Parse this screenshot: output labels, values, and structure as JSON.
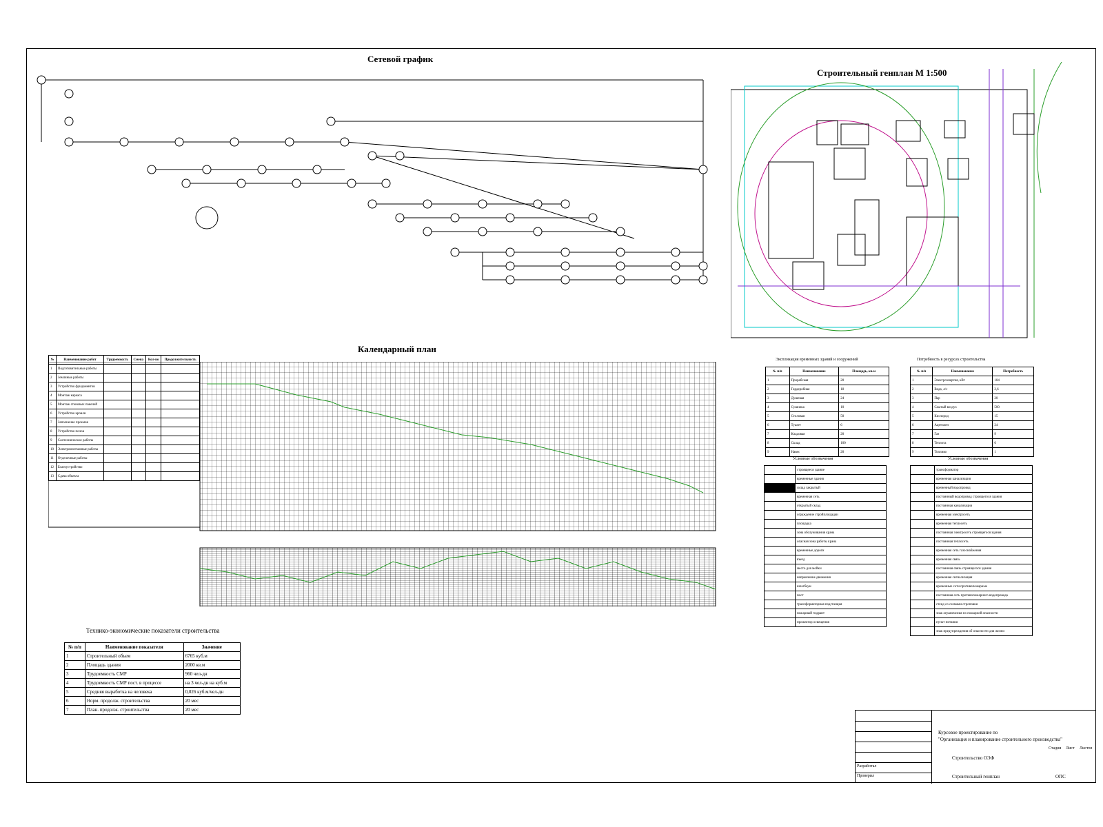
{
  "network_title": "Сетевой график",
  "calendar_title": "Календарный план",
  "siteplan_title": "Строительный генплан М 1:500",
  "tep": {
    "title": "Технико-экономические показатели строительства",
    "headers": [
      "№ п/п",
      "Наименование показателя",
      "Значение"
    ],
    "rows": [
      [
        "1",
        "Строительный объем",
        "6765 куб.м"
      ],
      [
        "2",
        "Площадь здания",
        "2000 кв.м"
      ],
      [
        "3",
        "Трудоемкость СМР",
        "960 чел-дн"
      ],
      [
        "4",
        "Трудоемкость СМР пост. в процессе",
        "на 3 чел-дн на куб.м"
      ],
      [
        "5",
        "Средняя выработка на человека",
        "0,026 куб.м/чел-дн"
      ],
      [
        "6",
        "Норм. продолж. строительства",
        "20 мес"
      ],
      [
        "7",
        "План. продолж. строительства",
        "20 мес"
      ]
    ]
  },
  "legend_left": {
    "title": "Условные обозначения",
    "items": [
      "строящееся здание",
      "временные здания",
      "склад закрытый",
      "временная сеть",
      "открытый склад",
      "ограждение стройплощадки",
      "площадка",
      "зона обслуживания крана",
      "опасная зона работы крана",
      "временные дороги",
      "въезд",
      "место для мойки",
      "направление движения",
      "шлагбаум",
      "пост",
      "трансформаторная подстанция",
      "пожарный гидрант",
      "прожектор освещения"
    ]
  },
  "legend_right": {
    "title": "Условные обозначения",
    "items": [
      "трансформатор",
      "временная канализация",
      "временный водопровод",
      "постоянный водопровод строящегося здания",
      "постоянная канализация",
      "временная электросеть",
      "временная теплосеть",
      "постоянная электросеть строящегося здания",
      "постоянная теплосеть",
      "временная сеть газоснабжения",
      "временная связь",
      "постоянная связь строящегося здания",
      "временная сигнализация",
      "временные сети противопожарные",
      "постоянная сеть противопожарного водопровода",
      "стенд со схемами строповки",
      "знак ограничения по пожарной опасности",
      "пункт питания",
      "знак предупреждения об опасности для жизни"
    ]
  },
  "table_temp_buildings": {
    "title": "Экспликация временных зданий и сооружений",
    "headers": [
      "№ п/п",
      "Наименование",
      "Площадь, кв.м"
    ],
    "rows": [
      [
        "1",
        "Прорабская",
        "20"
      ],
      [
        "2",
        "Гардеробная",
        "18"
      ],
      [
        "3",
        "Душевая",
        "24"
      ],
      [
        "4",
        "Сушилка",
        "10"
      ],
      [
        "5",
        "Столовая",
        "50"
      ],
      [
        "6",
        "Туалет",
        "6"
      ],
      [
        "7",
        "Кладовая",
        "20"
      ],
      [
        "8",
        "Склад",
        "100"
      ],
      [
        "9",
        "Навес",
        "20"
      ]
    ]
  },
  "table_resources": {
    "title": "Потребность в ресурсах строительства",
    "headers": [
      "№ п/п",
      "Наименование",
      "Потребность"
    ],
    "rows": [
      [
        "1",
        "Электроэнергия, кВт",
        "104"
      ],
      [
        "2",
        "Вода, л/с",
        "2,6"
      ],
      [
        "3",
        "Пар",
        "20"
      ],
      [
        "4",
        "Сжатый воздух",
        "500"
      ],
      [
        "5",
        "Кислород",
        "15"
      ],
      [
        "6",
        "Ацетилен",
        "24"
      ],
      [
        "7",
        "Газ",
        "9"
      ],
      [
        "8",
        "Теплота",
        "6"
      ],
      [
        "9",
        "Топливо",
        "1"
      ]
    ]
  },
  "stamp": {
    "org": "Курсовое проектирование по",
    "subject": "\"Организация и планирование строительного производства\"",
    "sheet_name": "Строительство ОЭФ",
    "developed": "Разработал",
    "checked": "Проверил",
    "sheet_label": "Стадия",
    "sheet2": "Лист",
    "sheets": "Листов",
    "footer": "Строительный генплан",
    "code": "ОПС"
  },
  "calendar": {
    "headers": [
      "№",
      "Наименование работ",
      "Трудоемкость",
      "Смена",
      "Кол-во",
      "Продолжительность"
    ],
    "works": [
      "Подготовительные работы",
      "Земляные работы",
      "Устройство фундаментов",
      "Монтаж каркаса",
      "Монтаж стеновых панелей",
      "Устройство кровли",
      "Заполнение проемов",
      "Устройство полов",
      "Сантехнические работы",
      "Электромонтажные работы",
      "Отделочные работы",
      "Благоустройство",
      "Сдача объекта"
    ]
  }
}
